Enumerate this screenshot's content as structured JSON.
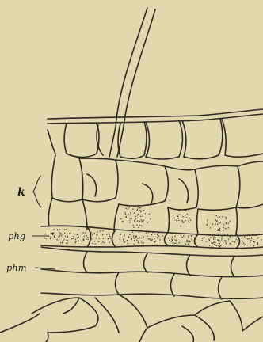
{
  "figure": {
    "labels": {
      "k": "k",
      "phg": "phg",
      "phm": "phm"
    },
    "colors": {
      "paper": "#e2d8ad",
      "ink": "#2c2a22"
    }
  }
}
